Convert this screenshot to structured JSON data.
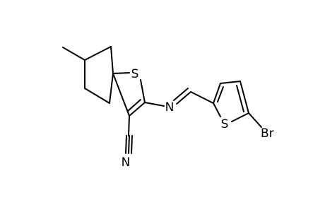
{
  "molecule": {
    "atom_labels": {
      "s_thiophene_core": "S",
      "n_imine": "N",
      "s_thiophene_side": "S",
      "br": "Br",
      "n_nitrile": "N"
    }
  }
}
